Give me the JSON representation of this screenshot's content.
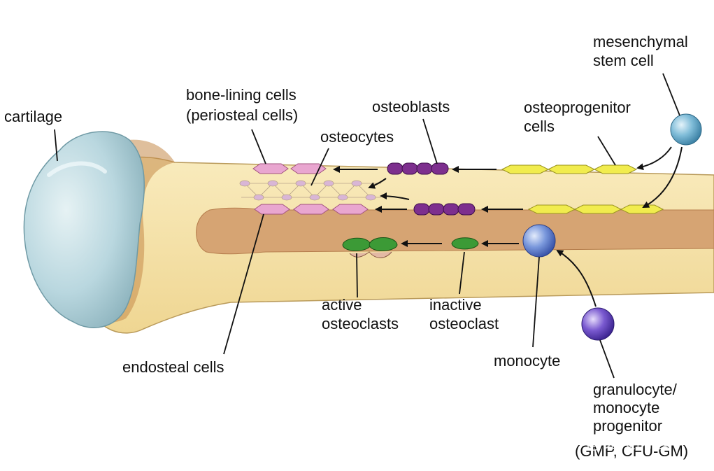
{
  "labels": {
    "cartilage": "cartilage",
    "bone_lining_1": "bone-lining cells",
    "bone_lining_2": "(periosteal cells)",
    "osteocytes": "osteocytes",
    "osteoblasts": "osteoblasts",
    "osteoprogenitor_1": "osteoprogenitor",
    "osteoprogenitor_2": "cells",
    "mesenchymal_1": "mesenchymal",
    "mesenchymal_2": "stem cell",
    "active_1": "active",
    "active_2": "osteoclasts",
    "inactive_1": "inactive",
    "inactive_2": "osteoclast",
    "endosteal": "endosteal cells",
    "monocyte": "monocyte",
    "gmp_1": "granulocyte/",
    "gmp_2": "monocyte",
    "gmp_3": "progenitor",
    "gmp_4": "(GMP, CFU-GM)"
  },
  "watermark": "知乎 @免疫阿核",
  "colors": {
    "cartilage": "#b9d7df",
    "bone": "#f6e3a8",
    "marrow": "#d6a473",
    "osteoblast": "#7d2f8e",
    "lining": "#e9a6d0",
    "progenitor": "#f1ec4e",
    "osteoclast": "#3c9a36",
    "stem": "#6fb2cf",
    "monocyte": "#6f8fd8",
    "gmp": "#6d4fc0"
  }
}
